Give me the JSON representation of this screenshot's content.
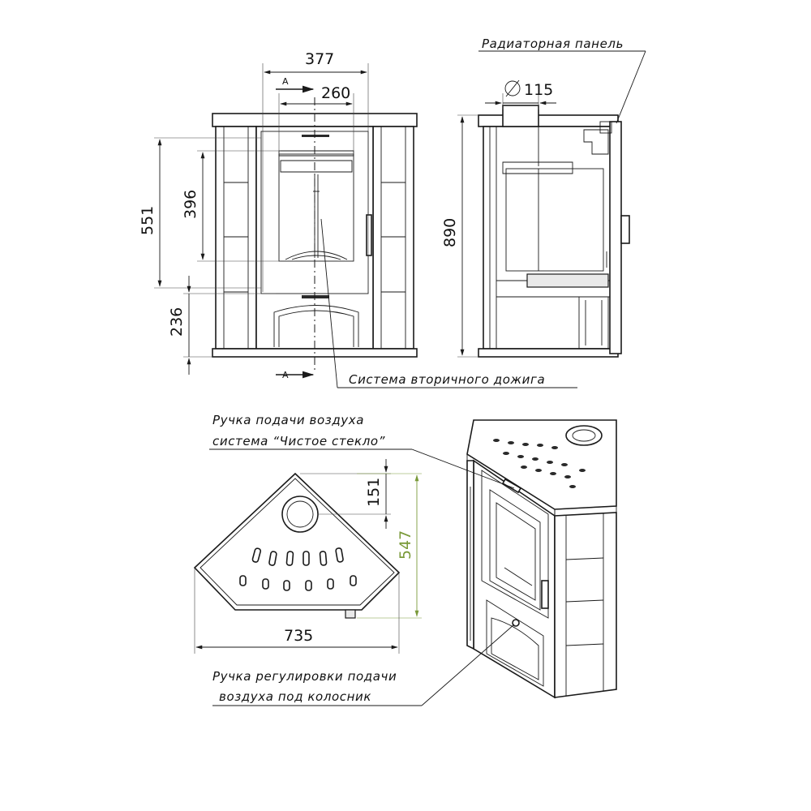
{
  "front_view": {
    "width_377": "377",
    "section_mark": "А",
    "flue_260": "260",
    "height_551": "551",
    "glass_396": "396",
    "base_236": "236"
  },
  "side_view": {
    "height_890": "890",
    "diameter_115": "115",
    "radiator_label": "Радиаторная панель"
  },
  "plan_view": {
    "depth_151": "151",
    "depth_547": "547",
    "width_735": "735"
  },
  "labels": {
    "afterburn": "Система вторичного дожига",
    "air_handle_line1": "Ручка подачи воздуха",
    "air_handle_line2": "система “Чистое стекло”",
    "grate_handle_line1": "Ручка регулировки подачи",
    "grate_handle_line2": "воздуха под колосник"
  },
  "colors": {
    "lines": "#1a1a1a",
    "accent_dim": "#7a9a3a"
  }
}
